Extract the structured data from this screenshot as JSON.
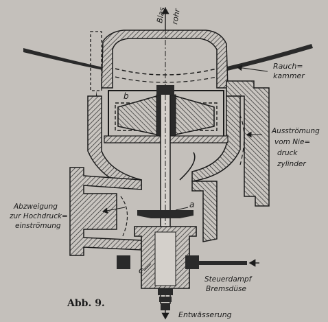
{
  "figure": {
    "caption": "Abb. 9.",
    "colors": {
      "paper": "#c4c0bb",
      "ink": "#1b1b1b",
      "hatch": "#3a3a3a",
      "cavity": "#bdb8b2"
    }
  },
  "labels": {
    "blasrohr_1": "Blas",
    "blasrohr_2": "rohr",
    "rauchkammer_1": "Rauch=",
    "rauchkammer_2": "kammer",
    "ausstroemung_1": "Ausströmung",
    "ausstroemung_2": "vom Nie=",
    "ausstroemung_3": "druck",
    "ausstroemung_4": "zylinder",
    "abzweigung_1": "Abzweigung",
    "abzweigung_2": "zur Hochdruck=",
    "abzweigung_3": "einströmung",
    "steuerdampf_1": "Steuerdampf",
    "steuerdampf_2": "Bremsdüse",
    "entwaesserung": "Entwässerung",
    "ref_a": "a",
    "ref_b": "b",
    "ref_c": "c"
  }
}
